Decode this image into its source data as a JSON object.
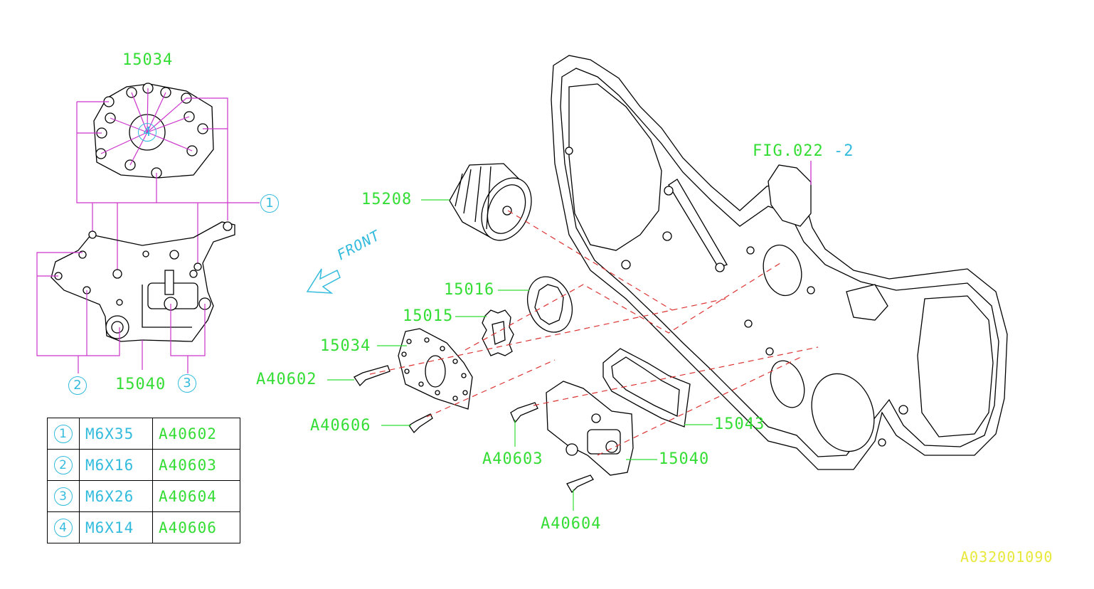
{
  "labels": {
    "top_plate": "15034",
    "fig_ref": "FIG.022",
    "fig_ref_suffix": "-2",
    "filter": "15208",
    "outer_rotor": "15016",
    "inner_rotor": "15015",
    "plate": "15034",
    "bolt_a40602": "A40602",
    "bolt_a40606": "A40606",
    "gasket": "15043",
    "bolt_a40603": "A40603",
    "pump": "15040",
    "bolt_a40604": "A40604",
    "pump_left": "15040",
    "front": "FRONT",
    "doc_code": "A032001090"
  },
  "callouts": {
    "c1": "1",
    "c2": "2",
    "c3": "3",
    "c4": "4"
  },
  "legend": [
    {
      "num": "1",
      "size": "M6X35",
      "part": "A40602"
    },
    {
      "num": "2",
      "size": "M6X16",
      "part": "A40603"
    },
    {
      "num": "3",
      "size": "M6X26",
      "part": "A40604"
    },
    {
      "num": "4",
      "size": "M6X14",
      "part": "A40606"
    }
  ],
  "colors": {
    "label_green": "#33dd33",
    "callout_cyan": "#33bbdd",
    "leader_magenta": "#cc33cc",
    "centerline_red": "#dd3333",
    "code_yellow": "#e8e83a"
  }
}
